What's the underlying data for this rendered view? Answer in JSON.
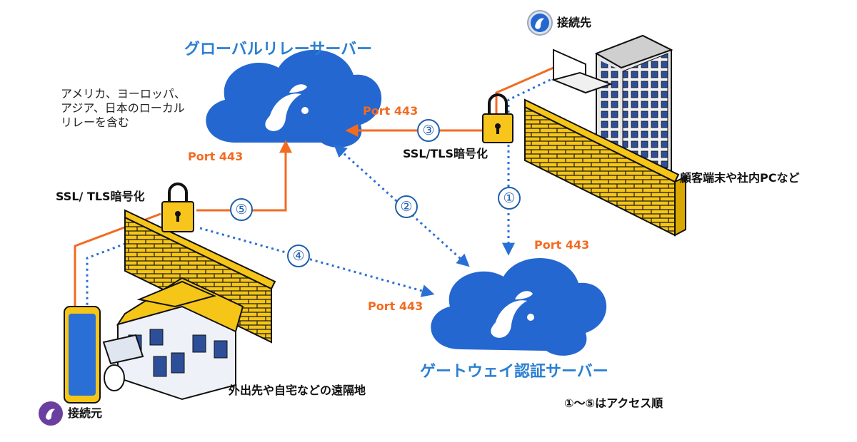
{
  "relay_server": {
    "title": "グローバルリレーサーバー",
    "description": "アメリカ、ヨーロッパ、\nアジア、日本のローカル\nリレーを含む",
    "port_right": "Port 443",
    "port_bottom": "Port 443"
  },
  "gateway_server": {
    "title": "ゲートウェイ認証サーバー",
    "port_top": "Port 443",
    "port_left": "Port 443"
  },
  "destination": {
    "label": "接続先",
    "caption": "顧客端末や社内PCなど",
    "encryption": "SSL/TLS暗号化"
  },
  "source": {
    "label": "接続元",
    "caption": "外出先や自宅などの遠隔地",
    "encryption": "SSL/ TLS暗号化"
  },
  "steps": [
    "①",
    "②",
    "③",
    "④",
    "⑤"
  ],
  "legend": "①～⑤はアクセス順",
  "colors": {
    "cloud": "#2567d0",
    "accent_orange": "#f26b21",
    "dotted_blue": "#2a6fd6",
    "wall_yellow": "#f5c518",
    "lock_yellow": "#f7c51b",
    "source_logo": "#6b3fa0"
  },
  "icons": [
    "splashtop-logo-icon",
    "padlock-icon",
    "office-building-icon",
    "house-icon",
    "smartphone-icon",
    "brick-wall-icon"
  ]
}
